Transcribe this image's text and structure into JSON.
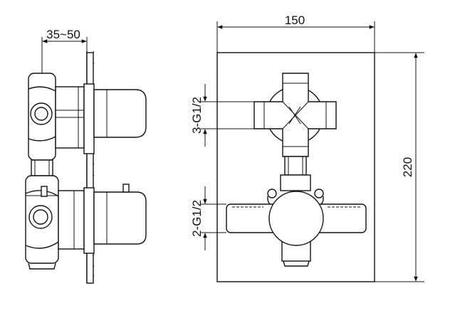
{
  "dimensions": {
    "wall_depth": "35~50",
    "width": "150",
    "height": "220",
    "upper_outlets": "3-G1/2",
    "lower_outlets": "2-G1/2"
  }
}
